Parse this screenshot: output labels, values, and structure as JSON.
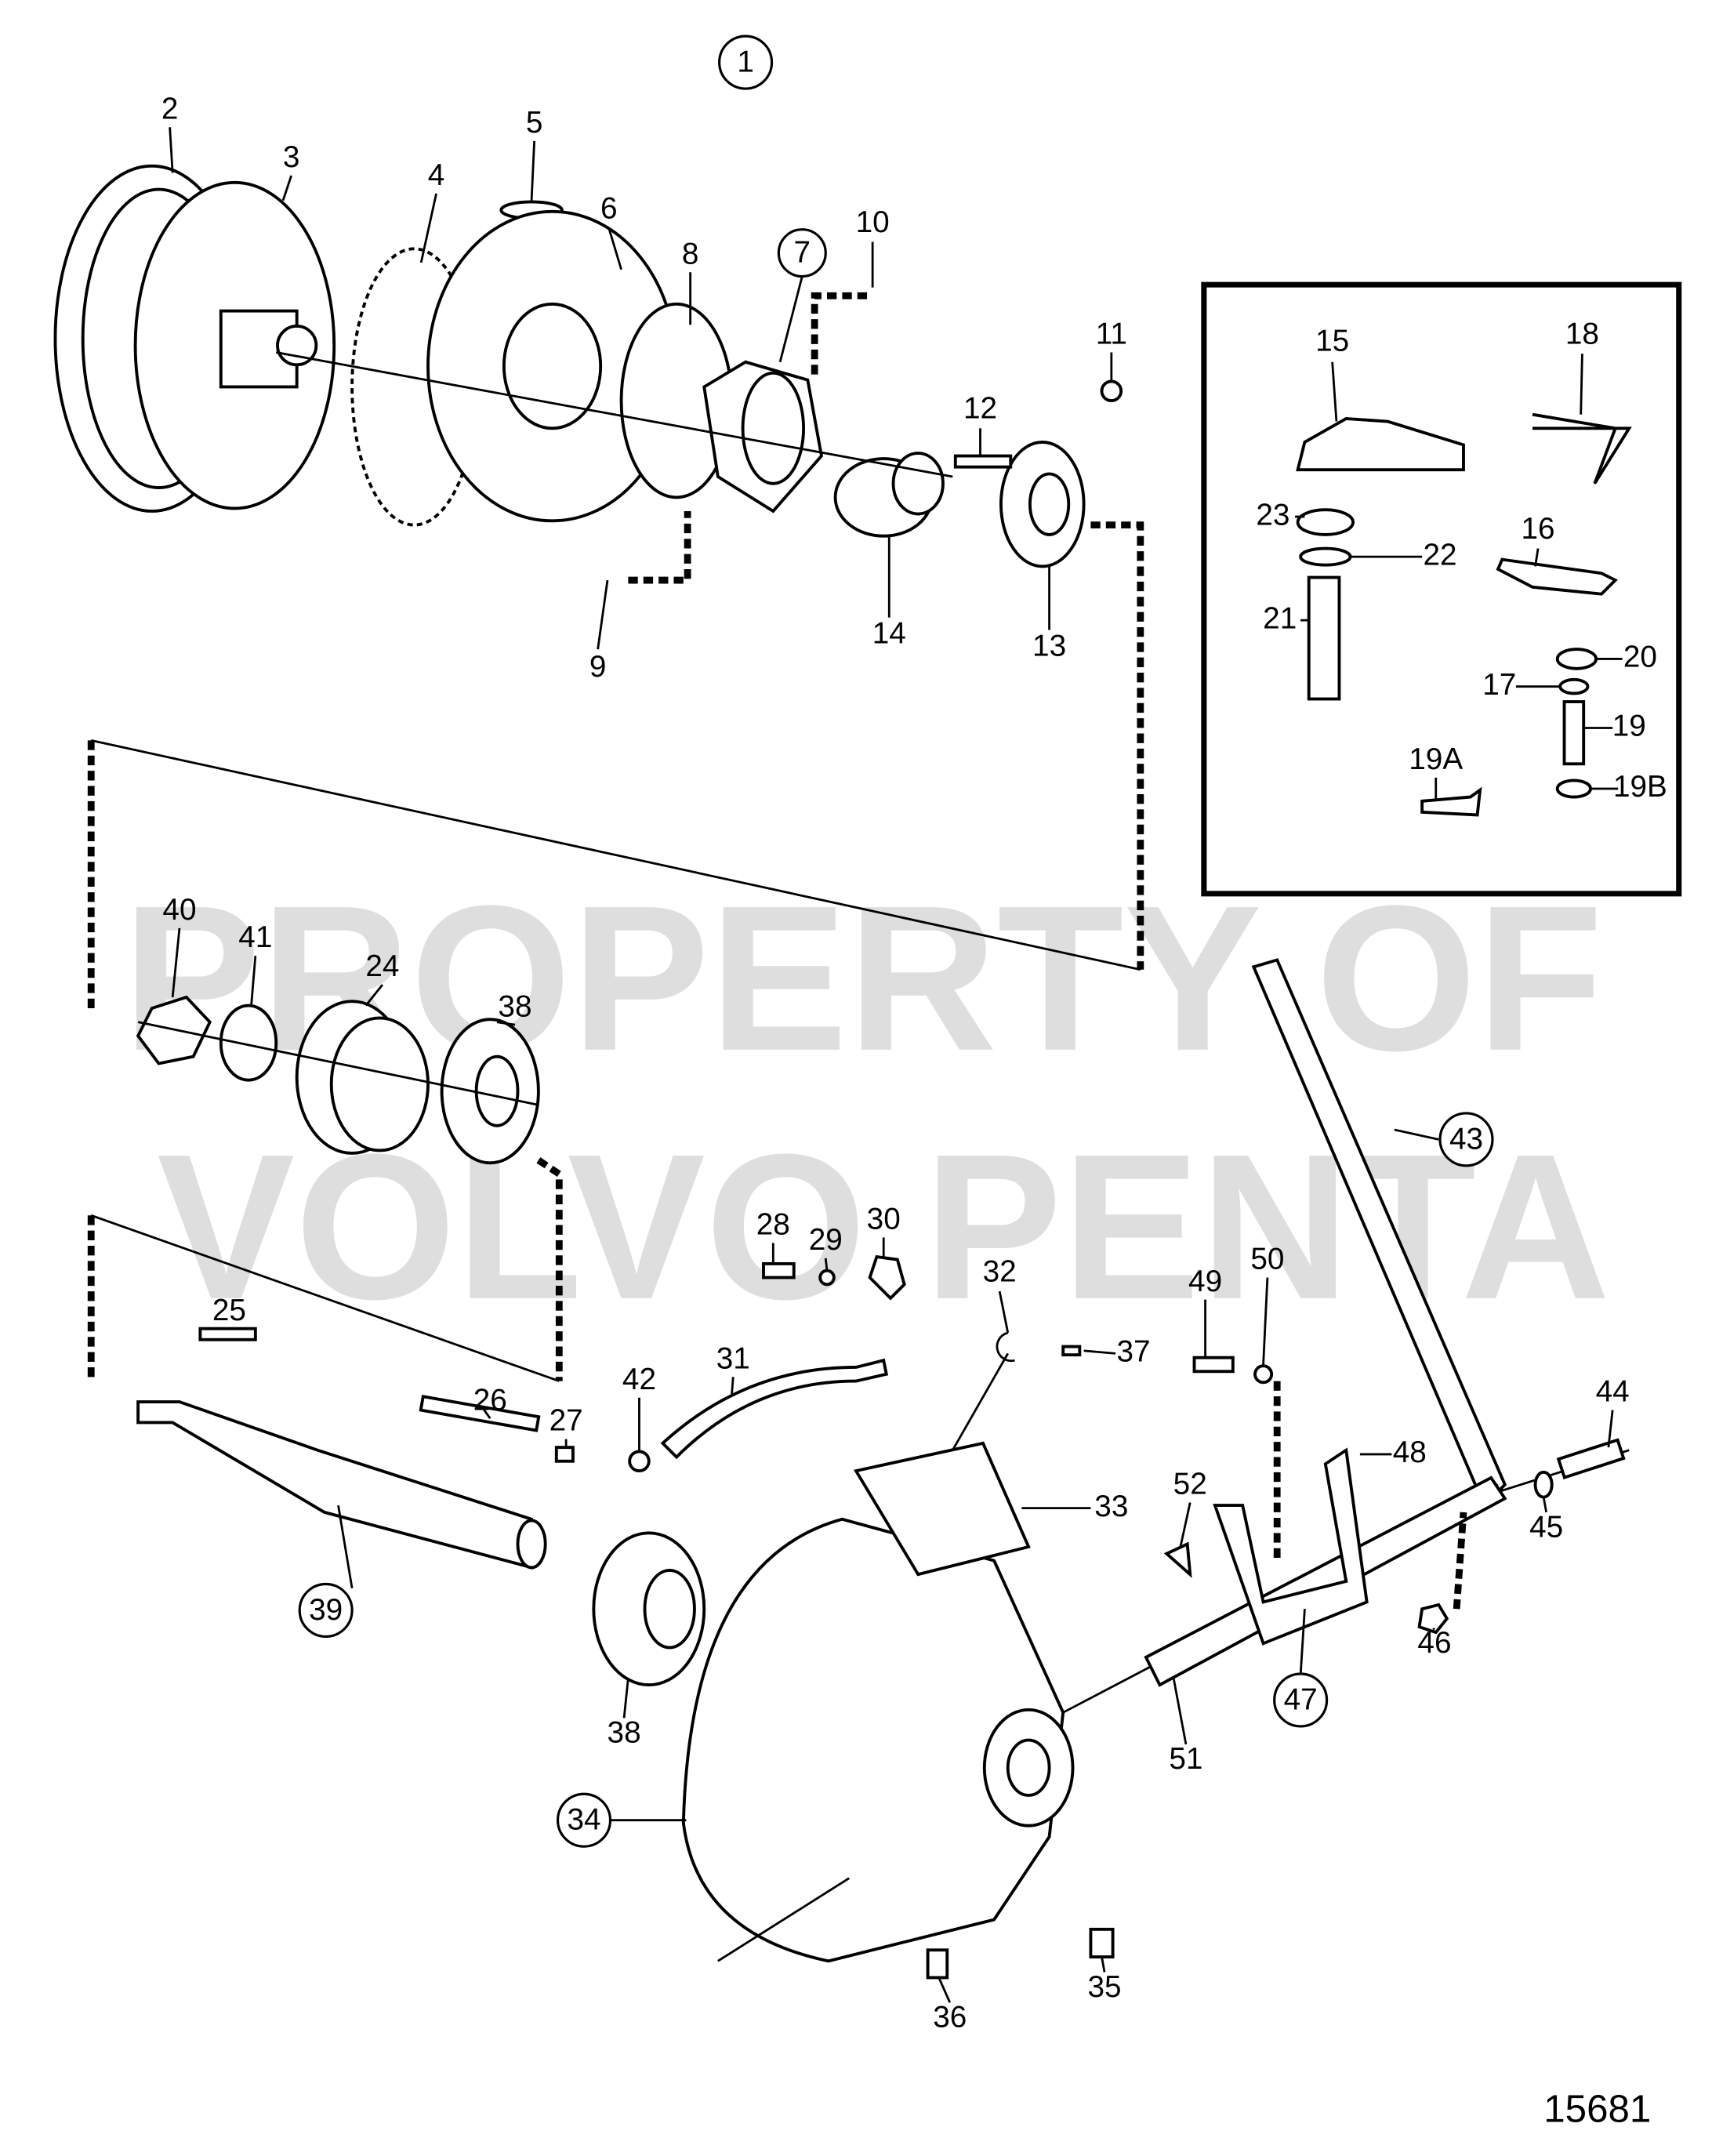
{
  "diagram": {
    "drawing_number": "15681",
    "watermark": [
      "PROPERTY OF",
      "VOLVO PENTA"
    ],
    "callouts": [
      "1",
      "2",
      "3",
      "4",
      "5",
      "6",
      "7",
      "8",
      "9",
      "10",
      "11",
      "12",
      "13",
      "14",
      "15",
      "16",
      "17",
      "18",
      "19",
      "19A",
      "19B",
      "20",
      "21",
      "22",
      "23",
      "24",
      "25",
      "26",
      "27",
      "28",
      "29",
      "30",
      "31",
      "32",
      "33",
      "34",
      "35",
      "36",
      "37",
      "38",
      "38",
      "39",
      "40",
      "41",
      "42",
      "43",
      "44",
      "45",
      "46",
      "47",
      "48",
      "49",
      "50",
      "51",
      "52"
    ]
  }
}
